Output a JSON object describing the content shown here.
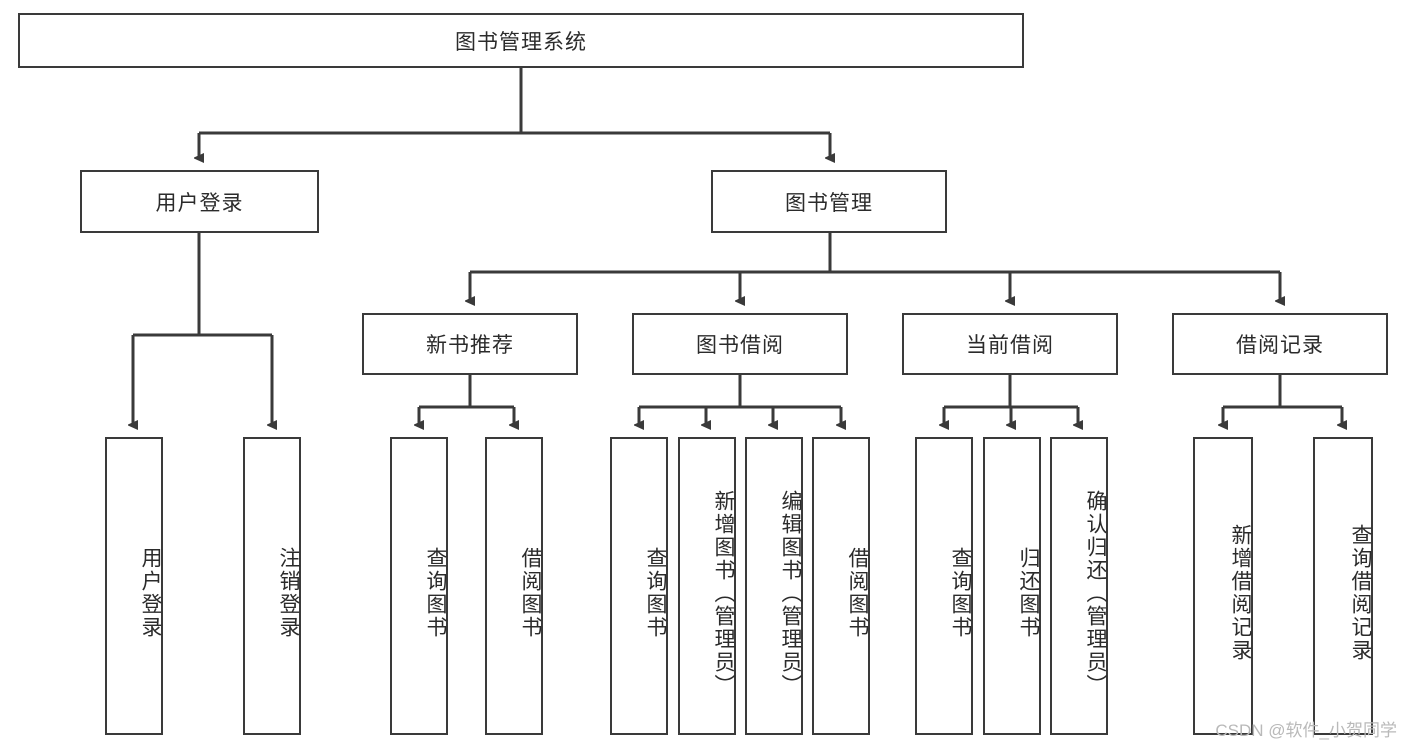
{
  "diagram": {
    "type": "tree-hierarchy-chart",
    "title": "图书管理系统",
    "stroke_color": "#3a3a3a",
    "background_color": "#ffffff",
    "text_color": "#2b2b2b"
  },
  "root": {
    "label": "图书管理系统"
  },
  "level1": [
    {
      "label": "用户登录"
    },
    {
      "label": "图书管理"
    }
  ],
  "level2": [
    {
      "label": "新书推荐"
    },
    {
      "label": "图书借阅"
    },
    {
      "label": "当前借阅"
    },
    {
      "label": "借阅记录"
    }
  ],
  "leaves": {
    "user_login": [
      {
        "label": "用户登录"
      },
      {
        "label": "注销登录"
      }
    ],
    "new_book_recommend": [
      {
        "label": "查询图书"
      },
      {
        "label": "借阅图书"
      }
    ],
    "book_borrow": [
      {
        "label": "查询图书"
      },
      {
        "label": "新增图书（管理员）"
      },
      {
        "label": "编辑图书（管理员）"
      },
      {
        "label": "借阅图书"
      }
    ],
    "current_borrow": [
      {
        "label": "查询图书"
      },
      {
        "label": "归还图书"
      },
      {
        "label": "确认归还（管理员）"
      }
    ],
    "borrow_record": [
      {
        "label": "新增借阅记录"
      },
      {
        "label": "查询借阅记录"
      }
    ]
  },
  "watermark": {
    "text": "CSDN @软件_小贺同学"
  }
}
